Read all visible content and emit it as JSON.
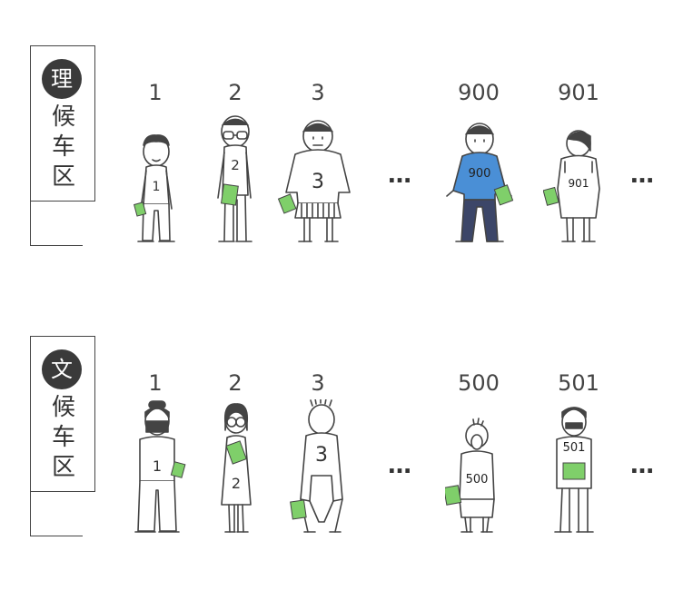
{
  "zones": [
    {
      "id": "science",
      "badge": "理",
      "label": "候车区",
      "people": [
        {
          "number": "1",
          "shirt": "1"
        },
        {
          "number": "2",
          "shirt": "2"
        },
        {
          "number": "3",
          "shirt": "3"
        },
        {
          "number": "900",
          "shirt": "900"
        },
        {
          "number": "901",
          "shirt": "901"
        }
      ],
      "ellipsis": [
        "…",
        "…"
      ]
    },
    {
      "id": "arts",
      "badge": "文",
      "label": "候车区",
      "people": [
        {
          "number": "1",
          "shirt": "1"
        },
        {
          "number": "2",
          "shirt": "2"
        },
        {
          "number": "3",
          "shirt": "3"
        },
        {
          "number": "500",
          "shirt": "500"
        },
        {
          "number": "501",
          "shirt": "501"
        }
      ],
      "ellipsis": [
        "…",
        "…"
      ]
    }
  ],
  "colors": {
    "outline": "#444444",
    "paper": "#7fcf6a",
    "blue_shirt": "#4a8fd6",
    "navy_pants": "#3c4668"
  }
}
